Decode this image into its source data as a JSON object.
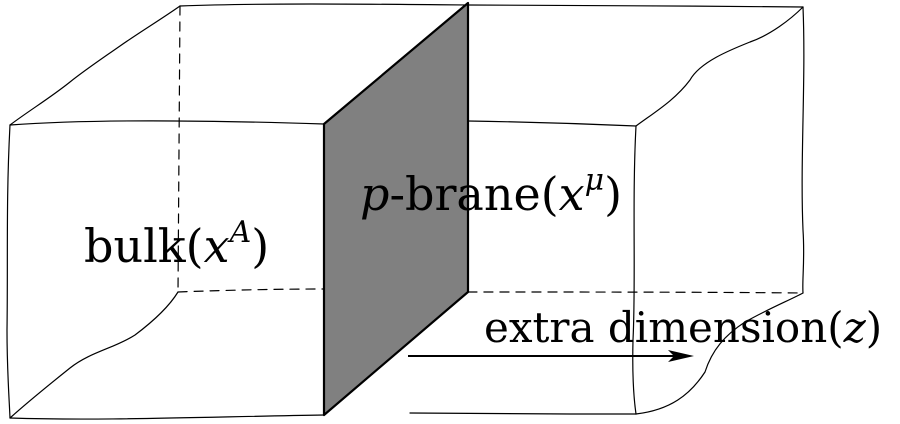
{
  "colors": {
    "line": "#000000",
    "brane_fill": "#808080",
    "background": "#ffffff"
  },
  "labels": {
    "brane": {
      "var_p": "p",
      "text": "-brane(",
      "var": "x",
      "sup": "μ",
      "close": ")"
    },
    "bulk": {
      "text": "bulk(",
      "var": "x",
      "sup": "A",
      "close": ")"
    },
    "extra": {
      "text": "extra dimension(",
      "var": "z",
      "close": ")"
    }
  }
}
